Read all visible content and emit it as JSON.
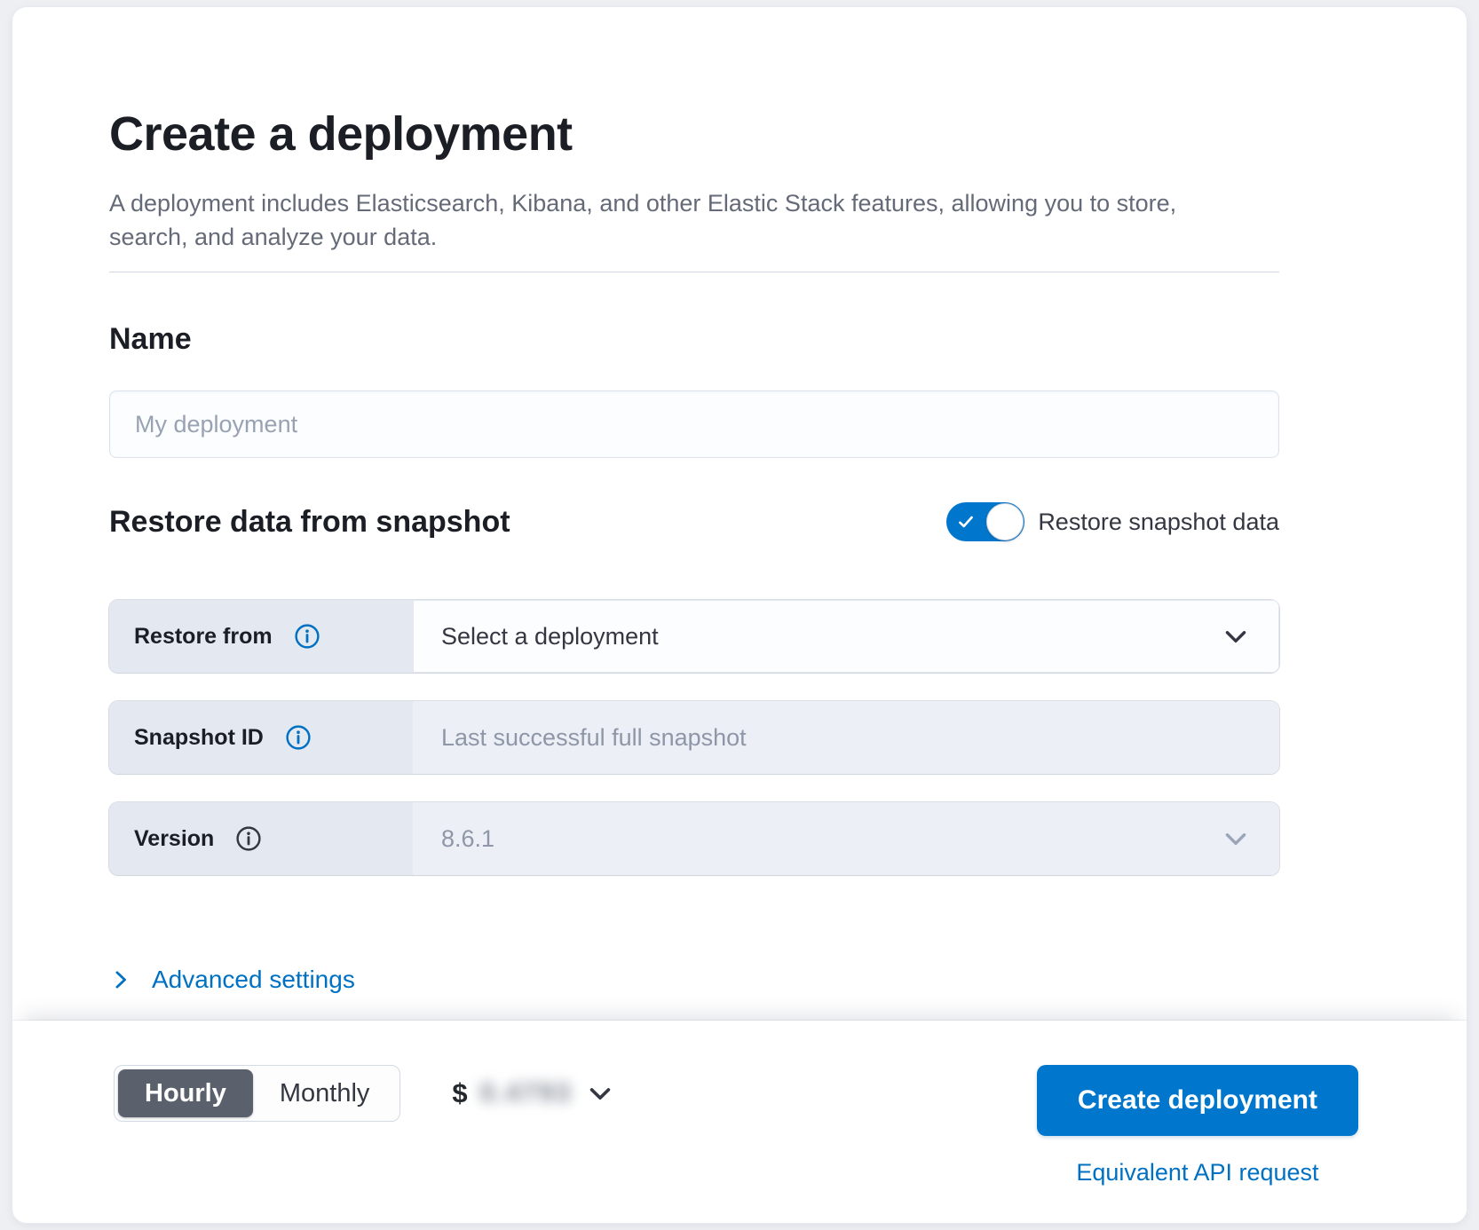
{
  "window": {
    "title": "Create a deployment",
    "subtitle": "A deployment includes Elasticsearch, Kibana, and other Elastic Stack features, allowing you to store, search, and analyze your data."
  },
  "name_section": {
    "heading": "Name",
    "placeholder": "My deployment"
  },
  "snapshot_section": {
    "heading": "Restore data from snapshot",
    "toggle": {
      "label": "Restore snapshot data",
      "state": "on"
    },
    "rows": [
      {
        "label": "Restore from",
        "value": "Select a deployment",
        "control": "select",
        "enabled": true
      },
      {
        "label": "Snapshot ID",
        "value": "Last successful full snapshot",
        "control": "text-input",
        "enabled": false
      },
      {
        "label": "Version",
        "value": "8.6.1",
        "control": "select",
        "enabled": false
      }
    ],
    "advanced_settings_label": "Advanced settings"
  },
  "footer": {
    "billing_period": {
      "options": [
        "Hourly",
        "Monthly"
      ],
      "selected": "Hourly"
    },
    "price": {
      "currency_symbol": "$",
      "amount_obscured": "0.4793"
    },
    "create_button_label": "Create deployment",
    "api_request_link": "Equivalent API request"
  },
  "colors": {
    "primary_blue": "#0071c2",
    "toggle_blue": "#0077cc",
    "selected_period_bg": "#5b616c",
    "label_cell_bg": "#e3e8f1",
    "disabled_cell_bg": "#eceff5",
    "page_bg": "#edeff3"
  }
}
